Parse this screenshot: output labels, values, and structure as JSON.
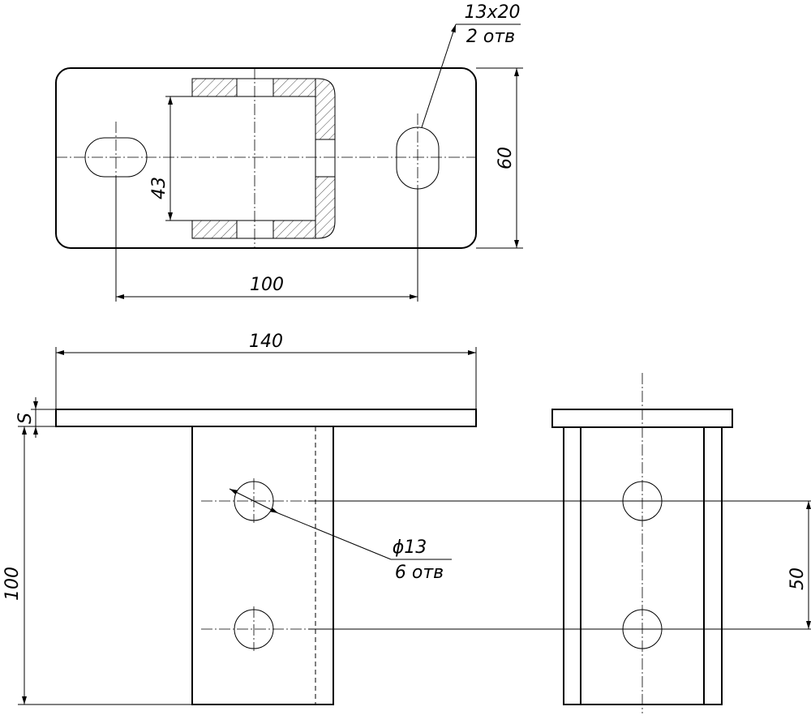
{
  "dimensions": {
    "slot_size": "13x20",
    "slot_count": "2 отв",
    "plate_height": "60",
    "inner_width": "43",
    "slot_spacing": "100",
    "plate_length": "140",
    "thickness": "S",
    "post_height": "100",
    "hole_diameter": "ϕ13",
    "hole_count": "6 отв",
    "hole_spacing": "50"
  }
}
